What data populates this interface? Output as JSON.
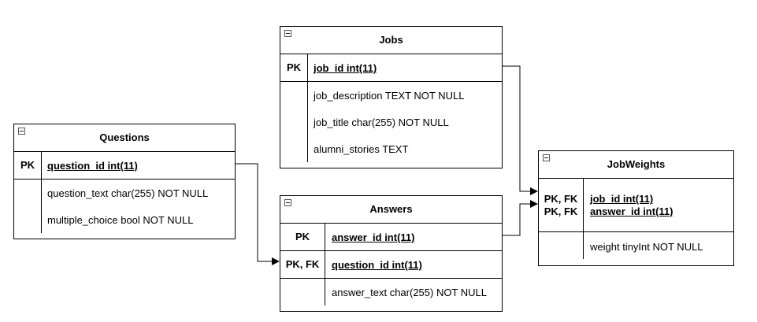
{
  "entities": {
    "jobs": {
      "title": "Jobs",
      "pk_label": "PK",
      "pk_field": "job_id int(11)",
      "fields": [
        "job_description TEXT NOT NULL",
        "job_title char(255) NOT NULL",
        "alumni_stories TEXT"
      ]
    },
    "questions": {
      "title": "Questions",
      "pk_label": "PK",
      "pk_field": "question_id int(11)",
      "fields": [
        "question_text char(255) NOT NULL",
        "multiple_choice bool NOT NULL"
      ]
    },
    "answers": {
      "title": "Answers",
      "pk_label": "PK",
      "pk_field": "answer_id int(11)",
      "fk_label": "PK, FK",
      "fk_field": "question_id int(11)",
      "fields": [
        "answer_text char(255) NOT NULL"
      ]
    },
    "jobweights": {
      "title": "JobWeights",
      "key_label_1": "PK, FK",
      "key_label_2": "PK, FK",
      "key_field_1": "job_id int(11)",
      "key_field_2": "answer_id int(11)",
      "fields": [
        "weight tinyInt NOT NULL"
      ]
    }
  },
  "relationships": [
    {
      "from": "jobs.job_id",
      "to": "jobweights.job_id"
    },
    {
      "from": "answers.answer_id",
      "to": "jobweights.answer_id"
    },
    {
      "from": "questions.question_id",
      "to": "answers.question_id"
    }
  ]
}
